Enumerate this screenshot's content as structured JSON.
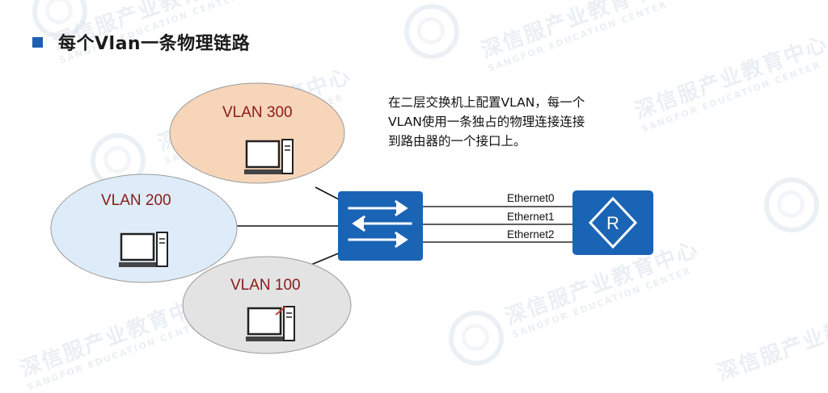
{
  "title": "每个Vlan一条物理链路",
  "description": {
    "line1": "在二层交换机上配置VLAN，每一个",
    "line2": "VLAN使用一条独占的物理连接连接",
    "line3": "到路由器的一个接口上。"
  },
  "vlans": [
    {
      "label": "VLAN 300",
      "color": "#f6d5b9"
    },
    {
      "label": "VLAN 200",
      "color": "#ddecf8"
    },
    {
      "label": "VLAN 100",
      "color": "#e3e3e3"
    }
  ],
  "interfaces": [
    "Ethernet0",
    "Ethernet1",
    "Ethernet2"
  ],
  "watermark": {
    "cn": "深信服产业教育中心",
    "en": "SANGFOR EDUCATION CENTER"
  },
  "colors": {
    "device": "#1a64b5",
    "bullet": "#1f5fb0",
    "vlan_text": "#8b1a1a"
  },
  "icons": [
    "switch-icon",
    "router-icon",
    "computer-icon"
  ]
}
